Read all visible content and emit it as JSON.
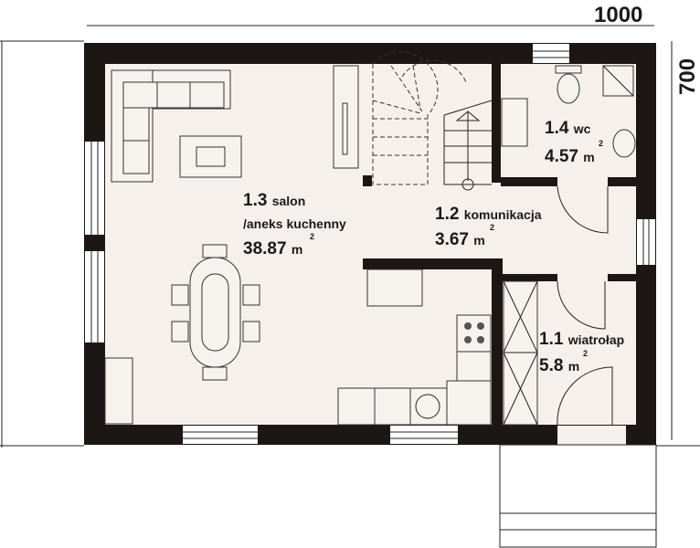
{
  "dimensions": {
    "width": "1000",
    "depth": "700"
  },
  "rooms": [
    {
      "number": "1.3",
      "name": "salon",
      "name2": "/aneks kuchenny",
      "area": "38.87",
      "unit": "m",
      "unit_sup": "2"
    },
    {
      "number": "1.2",
      "name": "komunikacja",
      "area": "3.67",
      "unit": "m",
      "unit_sup": "2"
    },
    {
      "number": "1.4",
      "name": "wc",
      "area": "4.57",
      "unit": "m",
      "unit_sup": "2"
    },
    {
      "number": "1.1",
      "name": "wiatrołap",
      "area": "5.8",
      "unit": "m",
      "unit_sup": "2"
    }
  ],
  "colors": {
    "floor": "#f6f0ec",
    "wall": "#1c1715"
  }
}
